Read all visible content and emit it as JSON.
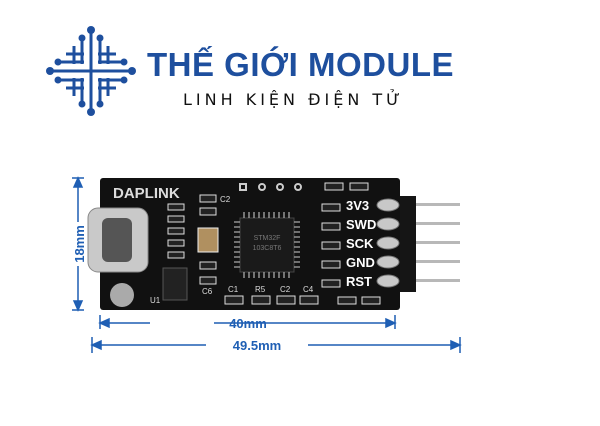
{
  "brand": {
    "name": "THẾ GIỚI MODULE",
    "tagline": "LINH KIỆN ĐIỆN TỬ",
    "color": "#1e4f9e"
  },
  "board": {
    "label": "DAPLINK",
    "pins": [
      "3V3",
      "SWD",
      "SCK",
      "GND",
      "RST"
    ],
    "chip_text": [
      "STM32F",
      "103C8T6"
    ],
    "component_labels": [
      "C1",
      "R5",
      "C2",
      "C4",
      "C2",
      "U1",
      "C6"
    ],
    "color": "#111111"
  },
  "dimensions": {
    "height": "18mm",
    "board_length": "40mm",
    "total_length": "49.5mm",
    "color": "#1f5fb4"
  }
}
